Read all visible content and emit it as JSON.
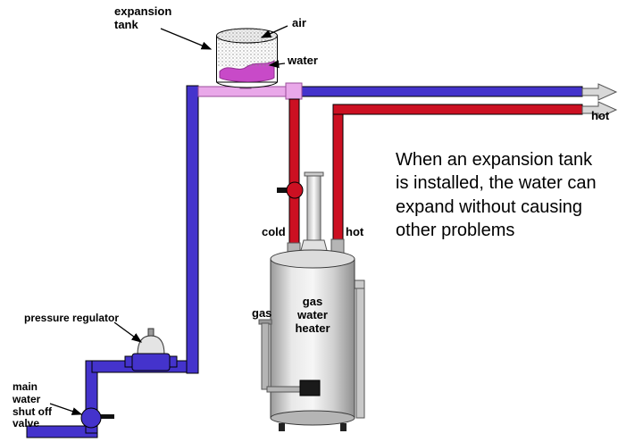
{
  "labels": {
    "expansion_tank": "expansion\ntank",
    "air": "air",
    "water": "water",
    "hot_line": "hot",
    "cold": "cold",
    "hot_heater": "hot",
    "gas": "gas",
    "heater": "gas\nwater\nheater",
    "pressure_regulator": "pressure regulator",
    "main_valve": "main\nwater\nshut off\nvalve",
    "caption": "When an expansion tank\nis installed, the water can\nexpand without causing\nother problems"
  },
  "colors": {
    "cold_pipe": "#4433cc",
    "hot_pipe": "#cc1022",
    "expansion_pipe": "#e9a8e9",
    "water_fill": "#c84ac8",
    "fitting_gray": "#b5b5b5",
    "arrow_gray": "#d8d8d8"
  }
}
